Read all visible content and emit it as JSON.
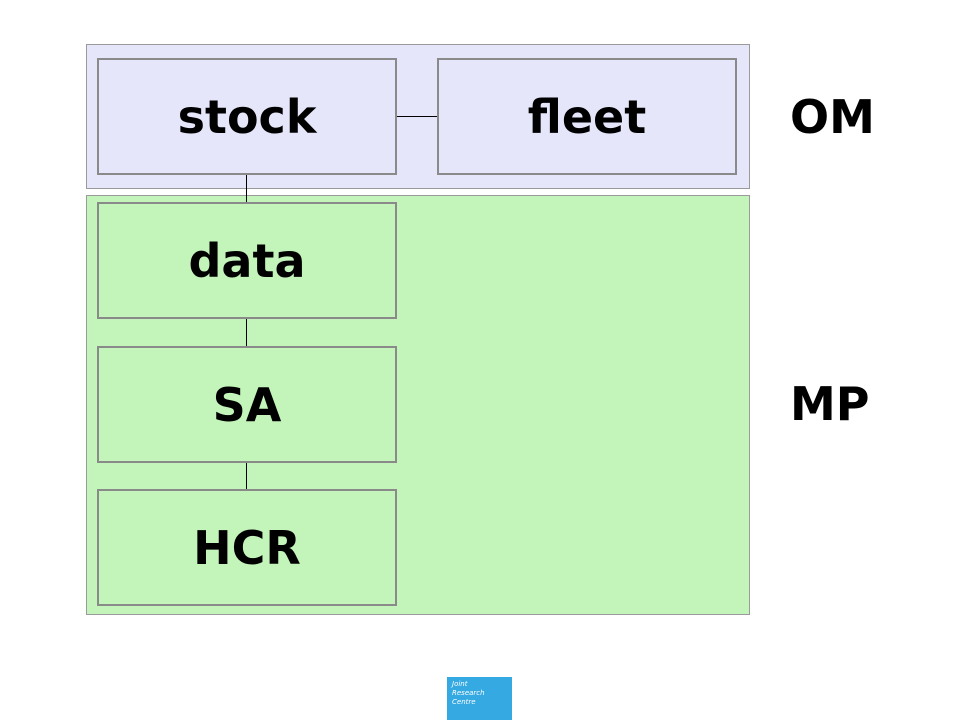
{
  "colors": {
    "om_fill": "#e6e6fa",
    "mp_fill": "#c3f5ba",
    "logo_bg": "#35a9e1"
  },
  "regions": {
    "om_label": "OM",
    "mp_label": "MP"
  },
  "boxes": {
    "stock": "stock",
    "fleet": "fleet",
    "data": "data",
    "sa": "SA",
    "hcr": "HCR"
  },
  "logo": {
    "line1": "Joint",
    "line2": "Research",
    "line3": "Centre"
  }
}
